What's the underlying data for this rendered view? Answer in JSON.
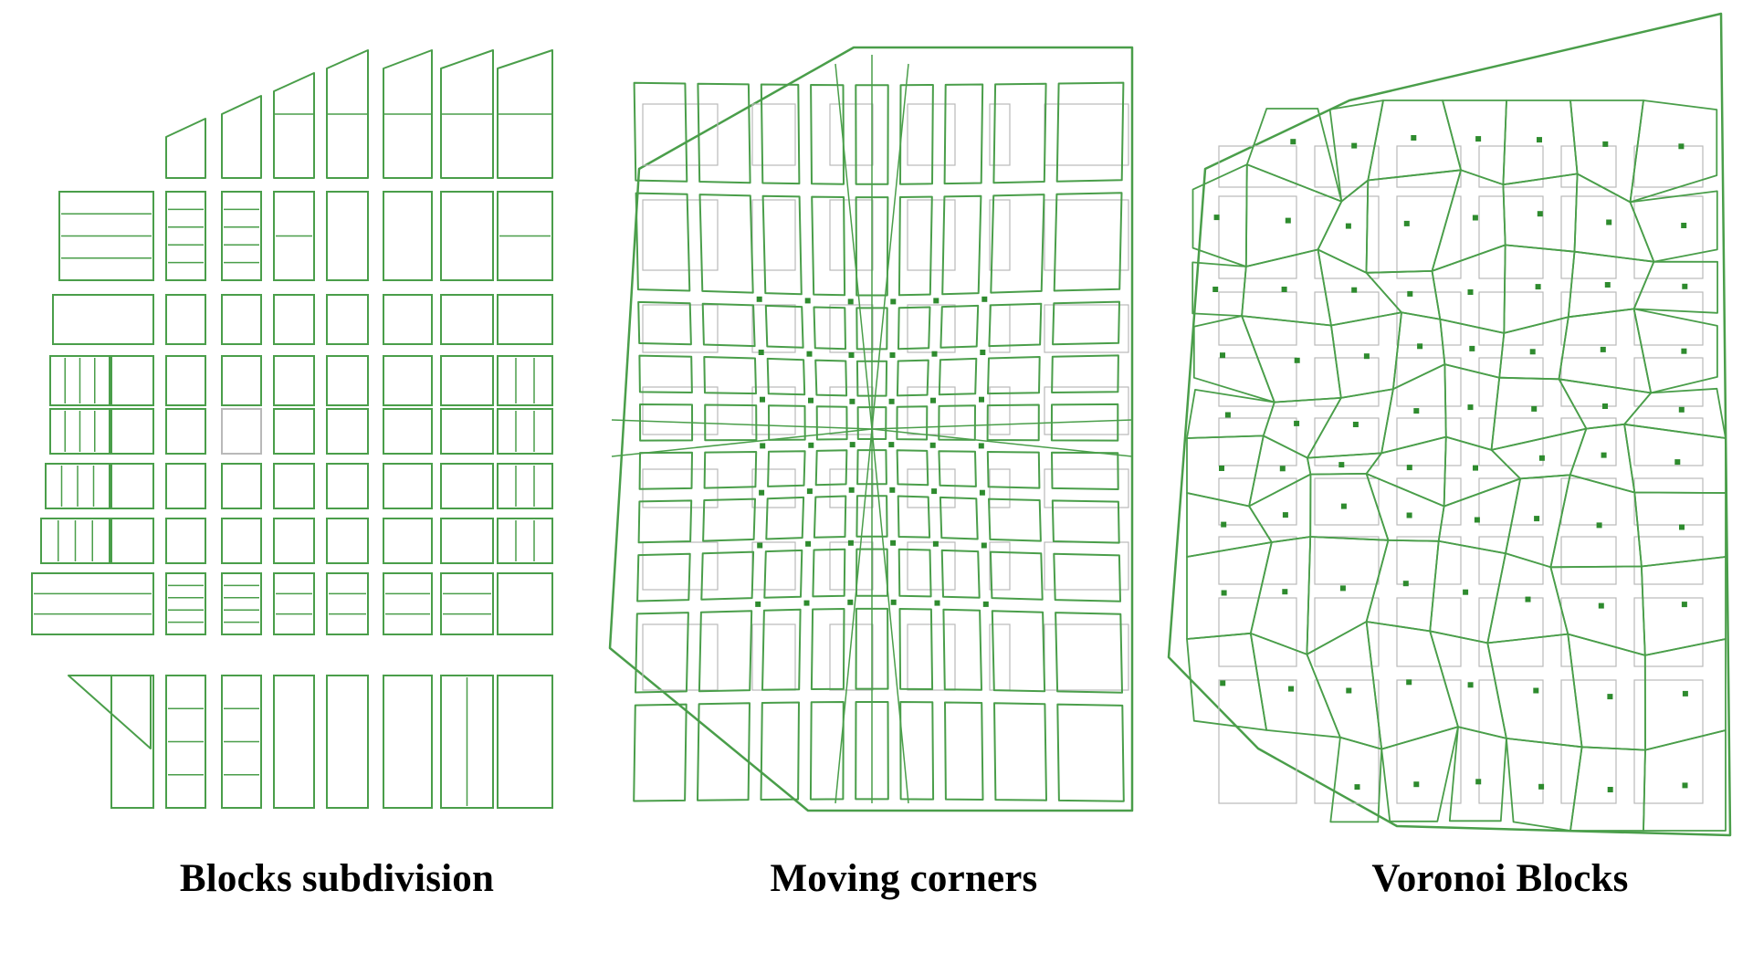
{
  "panels": [
    {
      "id": "blocks-subdivision",
      "caption": "Blocks subdivision"
    },
    {
      "id": "moving-corners",
      "caption": "Moving corners"
    },
    {
      "id": "voronoi-blocks",
      "caption": "Voronoi Blocks"
    }
  ],
  "colors": {
    "block_outline": "#4a9e4a",
    "original_grid": "#b9b9b9",
    "seed_point": "#2e8b2e",
    "caption_text": "#000000",
    "background": "#ffffff"
  },
  "icons": {
    "seed_marker": "seed-point-icon"
  }
}
